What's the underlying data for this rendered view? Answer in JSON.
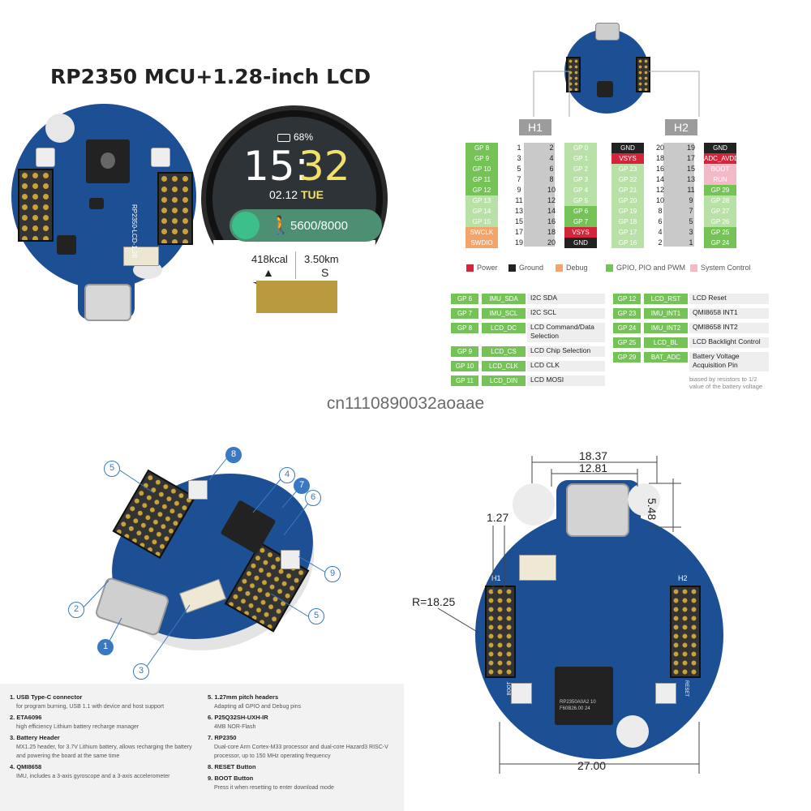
{
  "title": "RP2350 MCU+1.28-inch LCD",
  "board_top_left": {
    "silk_name": "RP2350-LCD-1.28",
    "h1": "H1",
    "h2": "H2",
    "boot": "BOOT",
    "reset": "RESET"
  },
  "lcd": {
    "battery": "68%",
    "time_hours": "15:",
    "time_minutes": "32",
    "date": "02.12",
    "weekday": "TUE",
    "steps": "5600/8000",
    "kcal": "418kcal",
    "distance": "3.50km"
  },
  "pinout": {
    "h1_label": "H1",
    "h2_label": "H2",
    "h1_left": [
      "GP 8",
      "GP 9",
      "GP 10",
      "GP 11",
      "GP 12",
      "GP 13",
      "GP 14",
      "GP 15",
      "SWCLK",
      "SWDIO"
    ],
    "h1_left_nums": [
      "1",
      "3",
      "5",
      "7",
      "9",
      "11",
      "13",
      "15",
      "17",
      "19"
    ],
    "h1_right_nums": [
      "2",
      "4",
      "6",
      "8",
      "10",
      "12",
      "14",
      "16",
      "18",
      "20"
    ],
    "h1_right": [
      "GP 0",
      "GP 1",
      "GP 2",
      "GP 3",
      "GP 4",
      "GP 5",
      "GP 6",
      "GP 7",
      "VSYS",
      "GND"
    ],
    "h2_left": [
      "GND",
      "VSYS",
      "GP 23",
      "GP 22",
      "GP 21",
      "GP 20",
      "GP 19",
      "GP 18",
      "GP 17",
      "GP 16"
    ],
    "h2_left_nums": [
      "20",
      "18",
      "16",
      "14",
      "12",
      "10",
      "8",
      "6",
      "4",
      "2"
    ],
    "h2_right_nums": [
      "19",
      "17",
      "15",
      "13",
      "11",
      "9",
      "7",
      "5",
      "3",
      "1"
    ],
    "h2_right": [
      "GND",
      "ADC_AVDD",
      "BOOT",
      "RUN",
      "GP 29",
      "GP 28",
      "GP 27",
      "GP 26",
      "GP 25",
      "GP 24"
    ],
    "legend": [
      "Power",
      "Ground",
      "Debug",
      "GPIO, PIO and PWM",
      "System Control"
    ],
    "colors": {
      "power": "#d6253a",
      "ground": "#222222",
      "debug": "#f2a46b",
      "gpio": "#75c257",
      "system": "#f3b9c6"
    }
  },
  "signals_left": [
    {
      "gp": "GP 6",
      "name": "IMU_SDA",
      "desc": "I2C SDA"
    },
    {
      "gp": "GP 7",
      "name": "IMU_SCL",
      "desc": "I2C SCL"
    },
    {
      "gp": "GP 8",
      "name": "LCD_DC",
      "desc": "LCD Command/Data Selection"
    },
    {
      "gp": "GP 9",
      "name": "LCD_CS",
      "desc": "LCD Chip Selection"
    },
    {
      "gp": "GP 10",
      "name": "LCD_CLK",
      "desc": "LCD CLK"
    },
    {
      "gp": "GP 11",
      "name": "LCD_DIN",
      "desc": "LCD MOSI"
    }
  ],
  "signals_right": [
    {
      "gp": "GP 12",
      "name": "LCD_RST",
      "desc": "LCD Reset"
    },
    {
      "gp": "GP 23",
      "name": "IMU_INT1",
      "desc": "QMI8658 INT1"
    },
    {
      "gp": "GP 24",
      "name": "IMU_INT2",
      "desc": "QMI8658 INT2"
    },
    {
      "gp": "GP 25",
      "name": "LCD_BL",
      "desc": "LCD Backlight Control"
    },
    {
      "gp": "GP 29",
      "name": "BAT_ADC",
      "desc": "Battery Voltage Acquisition Pin"
    }
  ],
  "signal_note": "biased by resistors to 1/2 value of the battery voltage",
  "watermark": "cn1110890032aoaae",
  "callouts": [
    "1",
    "2",
    "3",
    "4",
    "5",
    "5",
    "6",
    "7",
    "8",
    "9"
  ],
  "descriptions_left": [
    {
      "title": "1. USB Type-C connector",
      "sub": "for program burning, USB 1.1 with device and host support"
    },
    {
      "title": "2. ETA6096",
      "sub": "high efficiency Lithium battery recharge manager"
    },
    {
      "title": "3. Battery Header",
      "sub": "MX1.25 header, for 3.7V Lithium battery, allows recharging the battery and powering the board at the same time"
    },
    {
      "title": "4. QMI8658",
      "sub": "IMU, includes a 3-axis gyroscope and a 3-axis accelerometer"
    }
  ],
  "descriptions_right": [
    {
      "title": "5. 1.27mm pitch headers",
      "sub": "Adapting all GPIO and Debug pins"
    },
    {
      "title": "6. P25Q32SH-UXH-IR",
      "sub": "4MB NOR-Flash"
    },
    {
      "title": "7. RP2350",
      "sub": "Dual-core Arm Cortex-M33 processor and dual-core Hazard3 RISC-V processor, up to 150 MHz operating frequency"
    },
    {
      "title": "8. RESET Button",
      "sub": ""
    },
    {
      "title": "9. BOOT Button",
      "sub": "Press it when resetting to enter download mode"
    }
  ],
  "dimensions": {
    "w1": "18.37",
    "w2": "12.81",
    "h": "5.48",
    "pitch": "1.27",
    "radius": "R=18.25",
    "width": "27.00",
    "chip_text": "RP2350A0A2 10 F60B26.00 24"
  }
}
